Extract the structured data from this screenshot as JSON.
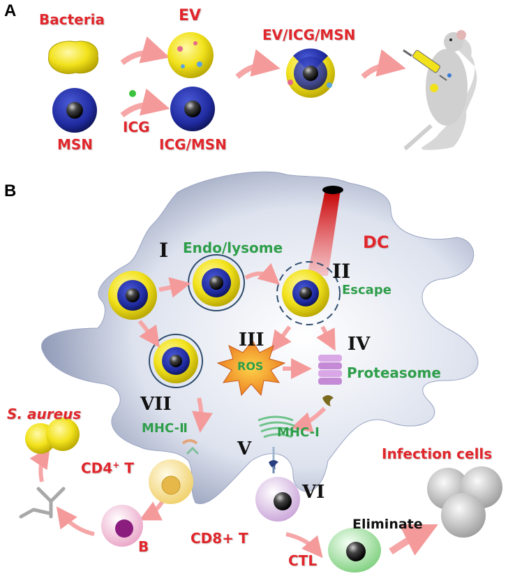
{
  "panels": {
    "a": "A",
    "b": "B"
  },
  "panel_a": {
    "bacteria": "Bacteria",
    "ev": "EV",
    "ev_icg_msn": "EV/ICG/MSN",
    "icg": "ICG",
    "msn": "MSN",
    "icg_msn": "ICG/MSN"
  },
  "panel_b": {
    "step_1": "I",
    "step_2": "II",
    "step_3": "III",
    "step_4": "IV",
    "step_5": "V",
    "step_6": "VI",
    "step_7": "VII",
    "endo_lysome": "Endo/lysome",
    "dc": "DC",
    "escape": "Escape",
    "ros": "ROS",
    "proteasome": "Proteasome",
    "mhc_2": "MHC-Ⅱ",
    "mhc_1": "MHC-I",
    "s_aureus": "S. aureus",
    "cd4_t_prefix": "CD4",
    "cd4_t_sup": "+",
    "cd4_t_suffix": " T",
    "cd8_t": "CD8+ T",
    "b_cell": "B",
    "ctl": "CTL",
    "eliminate": "Eliminate",
    "infection_cells": "Infection cells"
  },
  "colors": {
    "label_red": "#e0262b",
    "label_green": "#2e9e4a",
    "particle_yellow": "#f2e21c",
    "msn_blue": "#1f2a9e",
    "arrow_pink": "#f6a6a6",
    "dc_blue": "#9aa4c2"
  }
}
